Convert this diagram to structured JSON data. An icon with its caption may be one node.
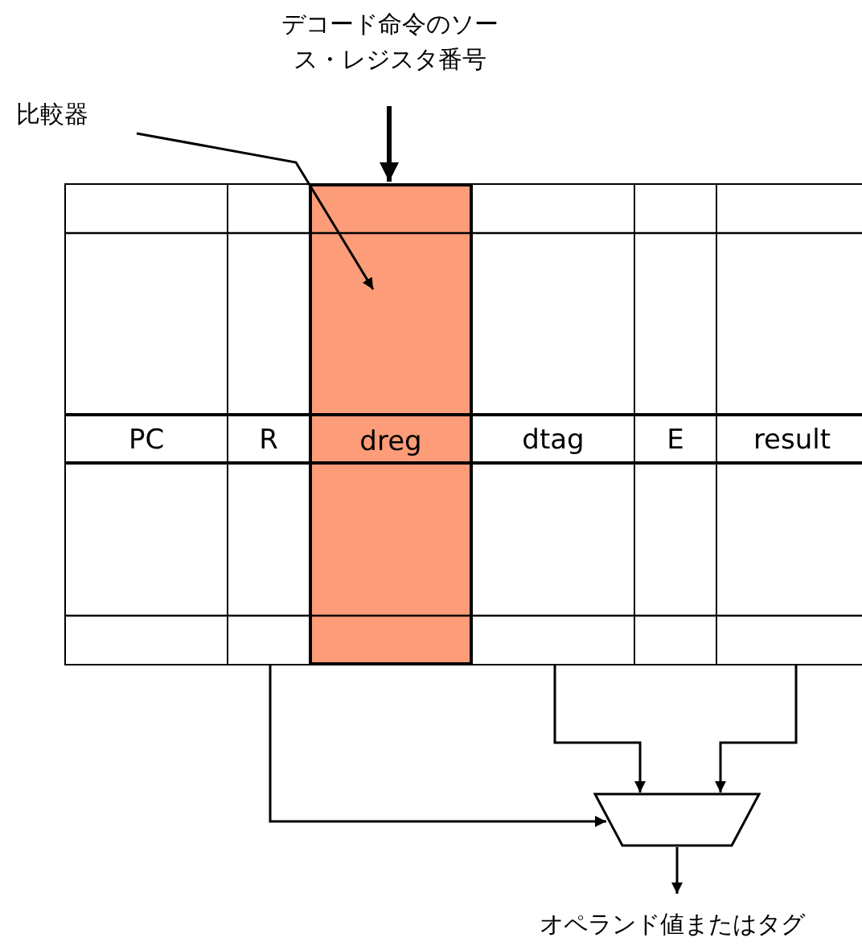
{
  "diagram": {
    "nodes": [
      {
        "text": [
          "デコード命令のソース・レジスタ番号"
        ]
      },
      {
        "text": [
          "比較器"
        ]
      },
      {
        "text": [
          "PC"
        ]
      },
      {
        "text": [
          "R"
        ]
      },
      {
        "text": [
          "dreg"
        ]
      },
      {
        "text": [
          "dtag"
        ]
      },
      {
        "text": [
          "E"
        ]
      },
      {
        "text": [
          "result"
        ]
      },
      {
        "text": [],
        "shape": "trapezoid"
      },
      {
        "text": [
          "オペランド値またはタグ"
        ]
      }
    ],
    "edges": [
      {
        "from": 0,
        "to": 4,
        "arrow": "to",
        "style": "thick"
      },
      {
        "from": 1,
        "to": 4,
        "arrow": "to"
      },
      {
        "from": 3,
        "to": 8,
        "arrow": "to"
      },
      {
        "from": 5,
        "to": 8,
        "arrow": "to"
      },
      {
        "from": 7,
        "to": 8,
        "arrow": "to"
      },
      {
        "from": 8,
        "to": 9,
        "arrow": "to"
      }
    ]
  }
}
